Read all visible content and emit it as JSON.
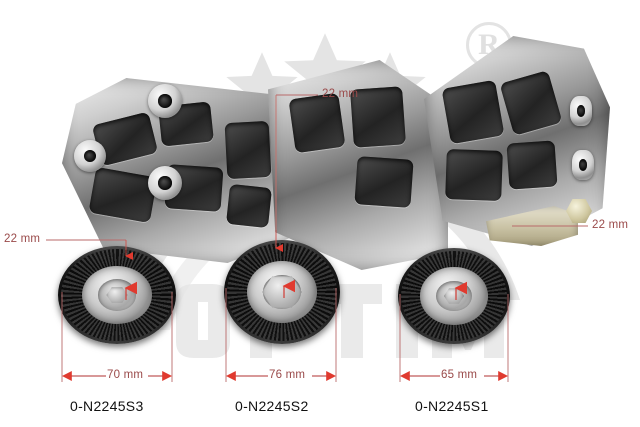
{
  "image": {
    "subject": "belt-tensioner-bracket-assembly",
    "background_color": "#ffffff",
    "annotation_color": "#9a4a4a",
    "arrow_color": "#e03a2f",
    "part_label_color": "#111111"
  },
  "watermark": {
    "registered_symbol": "R",
    "star_count": 5,
    "color": "#e4e4e4"
  },
  "dimensions": {
    "width_callouts": [
      {
        "label": "70 mm",
        "value": 70,
        "unit": "mm",
        "applies_to": "0-N2245S3"
      },
      {
        "label": "76 mm",
        "value": 76,
        "unit": "mm",
        "applies_to": "0-N2245S2"
      },
      {
        "label": "65 mm",
        "value": 65,
        "unit": "mm",
        "applies_to": "0-N2245S1"
      }
    ],
    "thickness_callouts": [
      {
        "label": "22 mm",
        "value": 22,
        "unit": "mm",
        "position": "left"
      },
      {
        "label": "22 mm",
        "value": 22,
        "unit": "mm",
        "position": "top-center"
      },
      {
        "label": "22 mm",
        "value": 22,
        "unit": "mm",
        "position": "right"
      }
    ]
  },
  "part_numbers": [
    {
      "label": "0-N2245S3",
      "position": "left"
    },
    {
      "label": "0-N2245S2",
      "position": "center"
    },
    {
      "label": "0-N2245S1",
      "position": "right"
    }
  ]
}
